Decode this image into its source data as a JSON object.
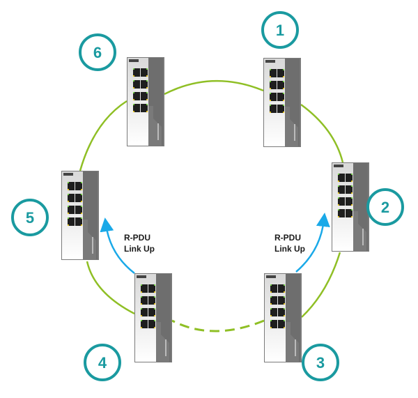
{
  "diagram": {
    "title": "Ring redundancy topology",
    "ring_color": "#8fbf25",
    "arrow_color": "#1aa9e8",
    "badge_color": "#1a9aa0",
    "nodes": [
      {
        "id": 1,
        "label": "1",
        "link_to_next": "solid"
      },
      {
        "id": 2,
        "label": "2",
        "link_to_next": "solid"
      },
      {
        "id": 3,
        "label": "3",
        "link_to_next": "dashed"
      },
      {
        "id": 4,
        "label": "4",
        "link_to_next": "solid"
      },
      {
        "id": 5,
        "label": "5",
        "link_to_next": "solid"
      },
      {
        "id": 6,
        "label": "6",
        "link_to_next": "solid"
      }
    ],
    "annotations": [
      {
        "line1": "R-PDU",
        "line2": "Link Up",
        "side": "left"
      },
      {
        "line1": "R-PDU",
        "line2": "Link Up",
        "side": "right"
      }
    ]
  }
}
